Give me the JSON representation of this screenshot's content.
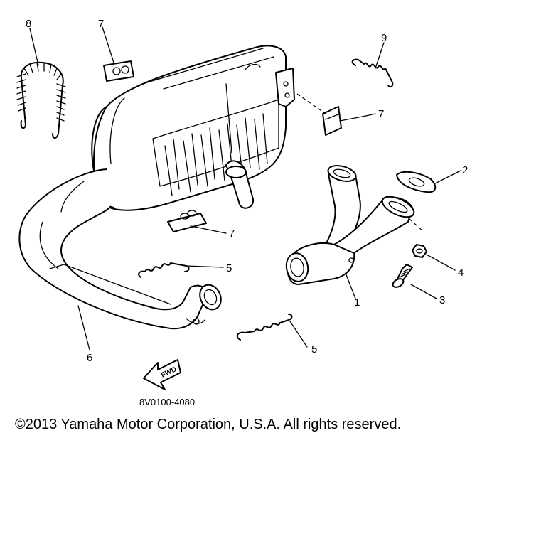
{
  "callouts": {
    "c1": "1",
    "c2": "2",
    "c3": "3",
    "c4": "4",
    "c5a": "5",
    "c5b": "5",
    "c6": "6",
    "c7a": "7",
    "c7b": "7",
    "c7c": "7",
    "c8": "8",
    "c9": "9"
  },
  "fwd_label": "FWD",
  "part_code": "8V0100-4080",
  "copyright": "©2013 Yamaha Motor Corporation, U.S.A. All rights reserved.",
  "icons": {
    "fwd_arrow": "fwd-arrow-icon"
  }
}
